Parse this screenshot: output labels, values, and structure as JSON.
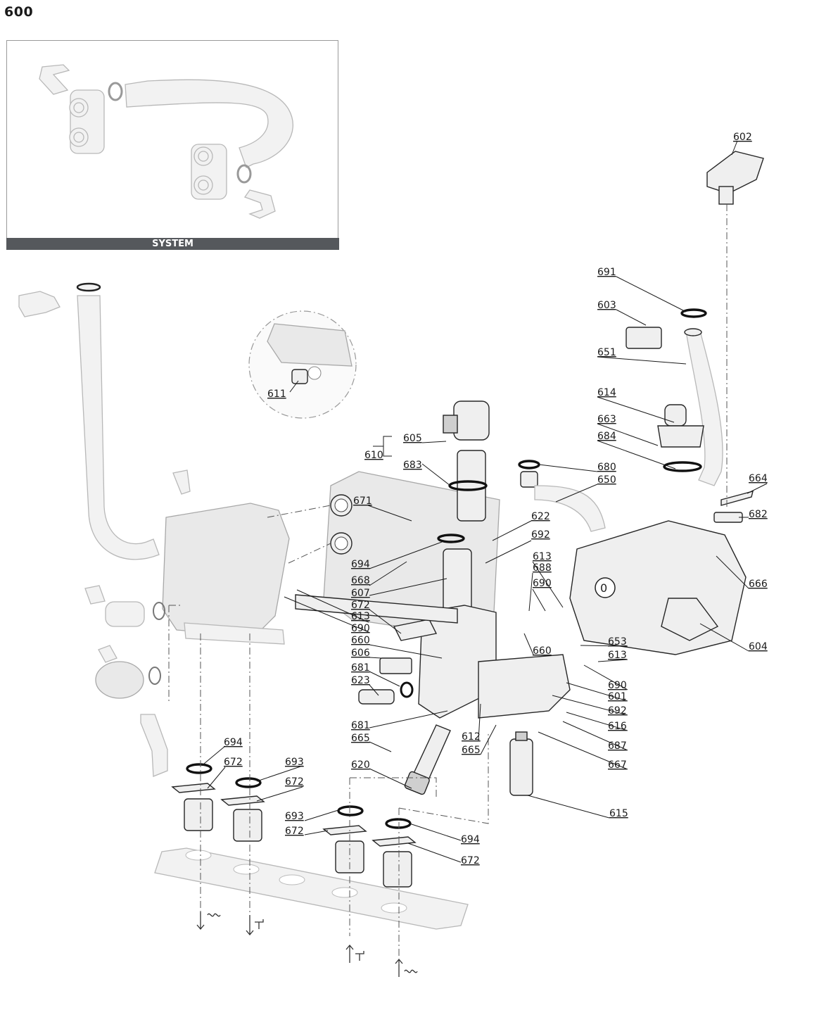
{
  "title": "600",
  "inset": {
    "caption": "SYSTEM"
  },
  "labels": [
    {
      "id": "602",
      "text": "602"
    },
    {
      "id": "691",
      "text": "691"
    },
    {
      "id": "603",
      "text": "603"
    },
    {
      "id": "651",
      "text": "651"
    },
    {
      "id": "614",
      "text": "614"
    },
    {
      "id": "663",
      "text": "663"
    },
    {
      "id": "684",
      "text": "684"
    },
    {
      "id": "680",
      "text": "680"
    },
    {
      "id": "650",
      "text": "650"
    },
    {
      "id": "664",
      "text": "664"
    },
    {
      "id": "682",
      "text": "682"
    },
    {
      "id": "666",
      "text": "666"
    },
    {
      "id": "604",
      "text": "604"
    },
    {
      "id": "653",
      "text": "653"
    },
    {
      "id": "613b",
      "text": "613"
    },
    {
      "id": "690b",
      "text": "690"
    },
    {
      "id": "601",
      "text": "601"
    },
    {
      "id": "692b",
      "text": "692"
    },
    {
      "id": "616",
      "text": "616"
    },
    {
      "id": "687",
      "text": "687"
    },
    {
      "id": "667",
      "text": "667"
    },
    {
      "id": "615",
      "text": "615"
    },
    {
      "id": "611",
      "text": "611"
    },
    {
      "id": "605",
      "text": "605"
    },
    {
      "id": "610",
      "text": "610"
    },
    {
      "id": "683",
      "text": "683"
    },
    {
      "id": "671",
      "text": "671"
    },
    {
      "id": "622",
      "text": "622"
    },
    {
      "id": "692a",
      "text": "692"
    },
    {
      "id": "694a",
      "text": "694"
    },
    {
      "id": "613a",
      "text": "613"
    },
    {
      "id": "688",
      "text": "688"
    },
    {
      "id": "690a",
      "text": "690"
    },
    {
      "id": "668",
      "text": "668"
    },
    {
      "id": "607",
      "text": "607"
    },
    {
      "id": "672a",
      "text": "672"
    },
    {
      "id": "613c",
      "text": "613"
    },
    {
      "id": "690c",
      "text": "690"
    },
    {
      "id": "660a",
      "text": "660"
    },
    {
      "id": "660b",
      "text": "660"
    },
    {
      "id": "606",
      "text": "606"
    },
    {
      "id": "681a",
      "text": "681"
    },
    {
      "id": "623",
      "text": "623"
    },
    {
      "id": "681b",
      "text": "681"
    },
    {
      "id": "665a",
      "text": "665"
    },
    {
      "id": "612",
      "text": "612"
    },
    {
      "id": "665b",
      "text": "665"
    },
    {
      "id": "620",
      "text": "620"
    },
    {
      "id": "694b",
      "text": "694"
    },
    {
      "id": "672b",
      "text": "672"
    },
    {
      "id": "693a",
      "text": "693"
    },
    {
      "id": "672c",
      "text": "672"
    },
    {
      "id": "693b",
      "text": "693"
    },
    {
      "id": "672d",
      "text": "672"
    },
    {
      "id": "694c",
      "text": "694"
    },
    {
      "id": "672e",
      "text": "672"
    }
  ]
}
